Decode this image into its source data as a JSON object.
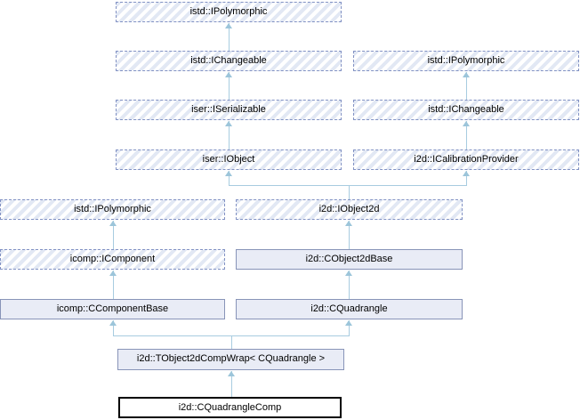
{
  "diagram_type": "class-inheritance-graph",
  "nodes": [
    {
      "id": "istd-ipolymorphic-top",
      "label": "istd::IPolymorphic",
      "style": "hatched"
    },
    {
      "id": "istd-ichangeable-mid",
      "label": "istd::IChangeable",
      "style": "hatched"
    },
    {
      "id": "istd-ipolymorphic-right",
      "label": "istd::IPolymorphic",
      "style": "hatched"
    },
    {
      "id": "iser-iserializable",
      "label": "iser::ISerializable",
      "style": "hatched"
    },
    {
      "id": "istd-ichangeable-right",
      "label": "istd::IChangeable",
      "style": "hatched"
    },
    {
      "id": "iser-iobject",
      "label": "iser::IObject",
      "style": "hatched"
    },
    {
      "id": "i2d-icalibrationprovider",
      "label": "i2d::ICalibrationProvider",
      "style": "hatched"
    },
    {
      "id": "istd-ipolymorphic-left",
      "label": "istd::IPolymorphic",
      "style": "hatched"
    },
    {
      "id": "i2d-iobject2d",
      "label": "i2d::IObject2d",
      "style": "hatched"
    },
    {
      "id": "icomp-icomponent",
      "label": "icomp::IComponent",
      "style": "hatched"
    },
    {
      "id": "i2d-cobject2dbase",
      "label": "i2d::CObject2dBase",
      "style": "solid"
    },
    {
      "id": "icomp-ccomponentbase",
      "label": "icomp::CComponentBase",
      "style": "solid"
    },
    {
      "id": "i2d-cquadrangle",
      "label": "i2d::CQuadrangle",
      "style": "solid"
    },
    {
      "id": "i2d-tobject2dcompwrap",
      "label": "i2d::TObject2dCompWrap< CQuadrangle >",
      "style": "solid"
    },
    {
      "id": "i2d-cquadranglecomp",
      "label": "i2d::CQuadrangleComp",
      "style": "subject"
    }
  ],
  "edges": [
    {
      "from": "istd-ichangeable-mid",
      "to": "istd-ipolymorphic-top"
    },
    {
      "from": "iser-iserializable",
      "to": "istd-ichangeable-mid"
    },
    {
      "from": "iser-iobject",
      "to": "iser-iserializable"
    },
    {
      "from": "istd-ichangeable-right",
      "to": "istd-ipolymorphic-right"
    },
    {
      "from": "i2d-icalibrationprovider",
      "to": "istd-ichangeable-right"
    },
    {
      "from": "i2d-iobject2d",
      "to": "iser-iobject"
    },
    {
      "from": "i2d-iobject2d",
      "to": "i2d-icalibrationprovider"
    },
    {
      "from": "icomp-icomponent",
      "to": "istd-ipolymorphic-left"
    },
    {
      "from": "i2d-cobject2dbase",
      "to": "i2d-iobject2d"
    },
    {
      "from": "icomp-ccomponentbase",
      "to": "icomp-icomponent"
    },
    {
      "from": "i2d-cquadrangle",
      "to": "i2d-cobject2dbase"
    },
    {
      "from": "i2d-tobject2dcompwrap",
      "to": "icomp-ccomponentbase"
    },
    {
      "from": "i2d-tobject2dcompwrap",
      "to": "i2d-cquadrangle"
    },
    {
      "from": "i2d-cquadranglecomp",
      "to": "i2d-tobject2dcompwrap"
    }
  ],
  "colors": {
    "background": "#ffffff",
    "hatch_stripe": "#e2e8f4",
    "dashed_border": "#8191c3",
    "solid_fill": "#e9ecf6",
    "solid_border": "#8894b8",
    "subject_border": "#000000",
    "edge_line": "#a8cce0",
    "arrow": "#9cc5da",
    "text": "#000000"
  }
}
